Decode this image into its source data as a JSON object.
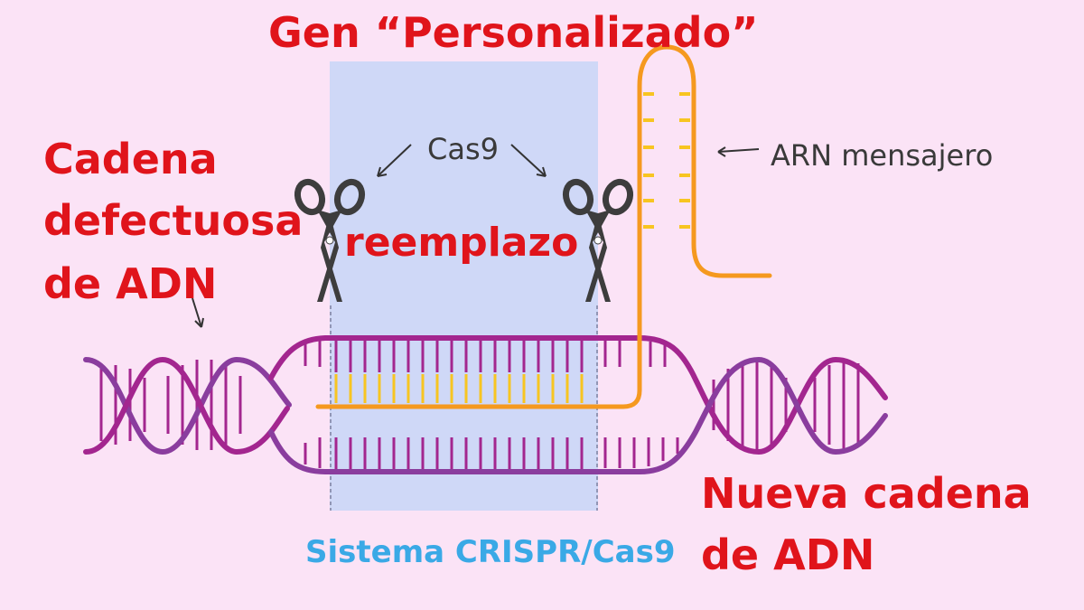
{
  "labels": {
    "top_title": "Gen “Personalizado”",
    "left_line1": "Cadena",
    "left_line2": "defectuosa",
    "left_line3": "de ADN",
    "center": "reemplazo",
    "cas9": "Cas9",
    "mrna": "ARN mensajero",
    "system": "Sistema CRISPR/Cas9",
    "right_line1": "Nueva cadena",
    "right_line2": "de ADN"
  },
  "colors": {
    "background": "#fbe3f6",
    "highlight": "#cfd8f7",
    "dna_strand": "#a3268f",
    "dna_strand_light": "#8a3d9e",
    "rna": "#f5991f",
    "rna_rungs": "#f7c521",
    "red_text": "#e0141b",
    "blue_text": "#3aa9e6"
  }
}
